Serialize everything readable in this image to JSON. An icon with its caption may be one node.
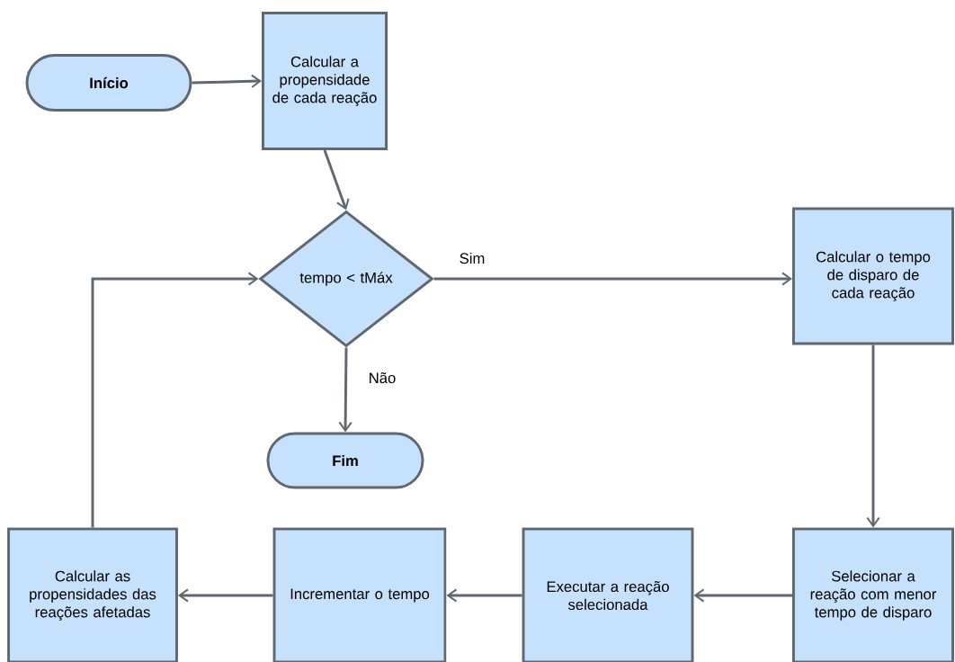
{
  "diagram": {
    "nodes": [
      {
        "text": [
          "Início"
        ]
      },
      {
        "text": [
          "Calcular a propensidade de cada reação"
        ]
      },
      {
        "text": [
          "tempo < tMáx"
        ]
      },
      {
        "text": [
          "Calcular o tempo de disparo de cada reação"
        ]
      },
      {
        "text": [
          "Fim"
        ]
      },
      {
        "text": [
          "Selecionar a reação com menor tempo de disparo"
        ]
      },
      {
        "text": [
          "Executar a reação selecionada"
        ]
      },
      {
        "text": [
          "Incrementar o tempo"
        ]
      },
      {
        "text": [
          "Calcular as propensidades das reações afetadas"
        ]
      }
    ],
    "edges": [
      {
        "from": 0,
        "to": 1,
        "arrow": "to"
      },
      {
        "from": 1,
        "to": 2,
        "arrow": "to"
      },
      {
        "from": 2,
        "to": 3,
        "arrow": "to",
        "label": "Sim"
      },
      {
        "from": 2,
        "to": 4,
        "arrow": "to",
        "label": "Não"
      },
      {
        "from": 3,
        "to": 5,
        "arrow": "to"
      },
      {
        "from": 5,
        "to": 6,
        "arrow": "to"
      },
      {
        "from": 6,
        "to": 7,
        "arrow": "to"
      },
      {
        "from": 7,
        "to": 8,
        "arrow": "to"
      },
      {
        "from": 8,
        "to": 2,
        "arrow": "to"
      }
    ]
  }
}
